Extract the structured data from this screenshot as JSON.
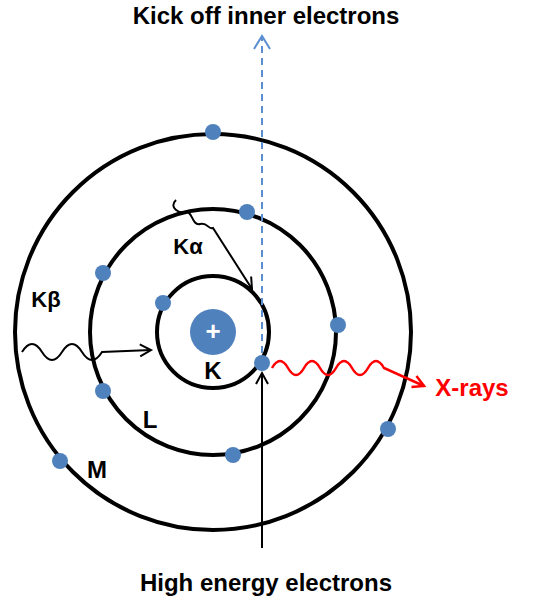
{
  "diagram": {
    "nodes": [
      {
        "text": [
          "M"
        ]
      },
      {
        "text": [
          "L"
        ],
        "in": 0
      },
      {
        "text": [
          "K"
        ],
        "in": 1
      },
      {
        "text": [
          "+"
        ],
        "in": 2
      }
    ],
    "labels": [
      "Kick off inner electrons",
      "Kα",
      "Kβ",
      "X-rays",
      "High energy electrons"
    ]
  }
}
